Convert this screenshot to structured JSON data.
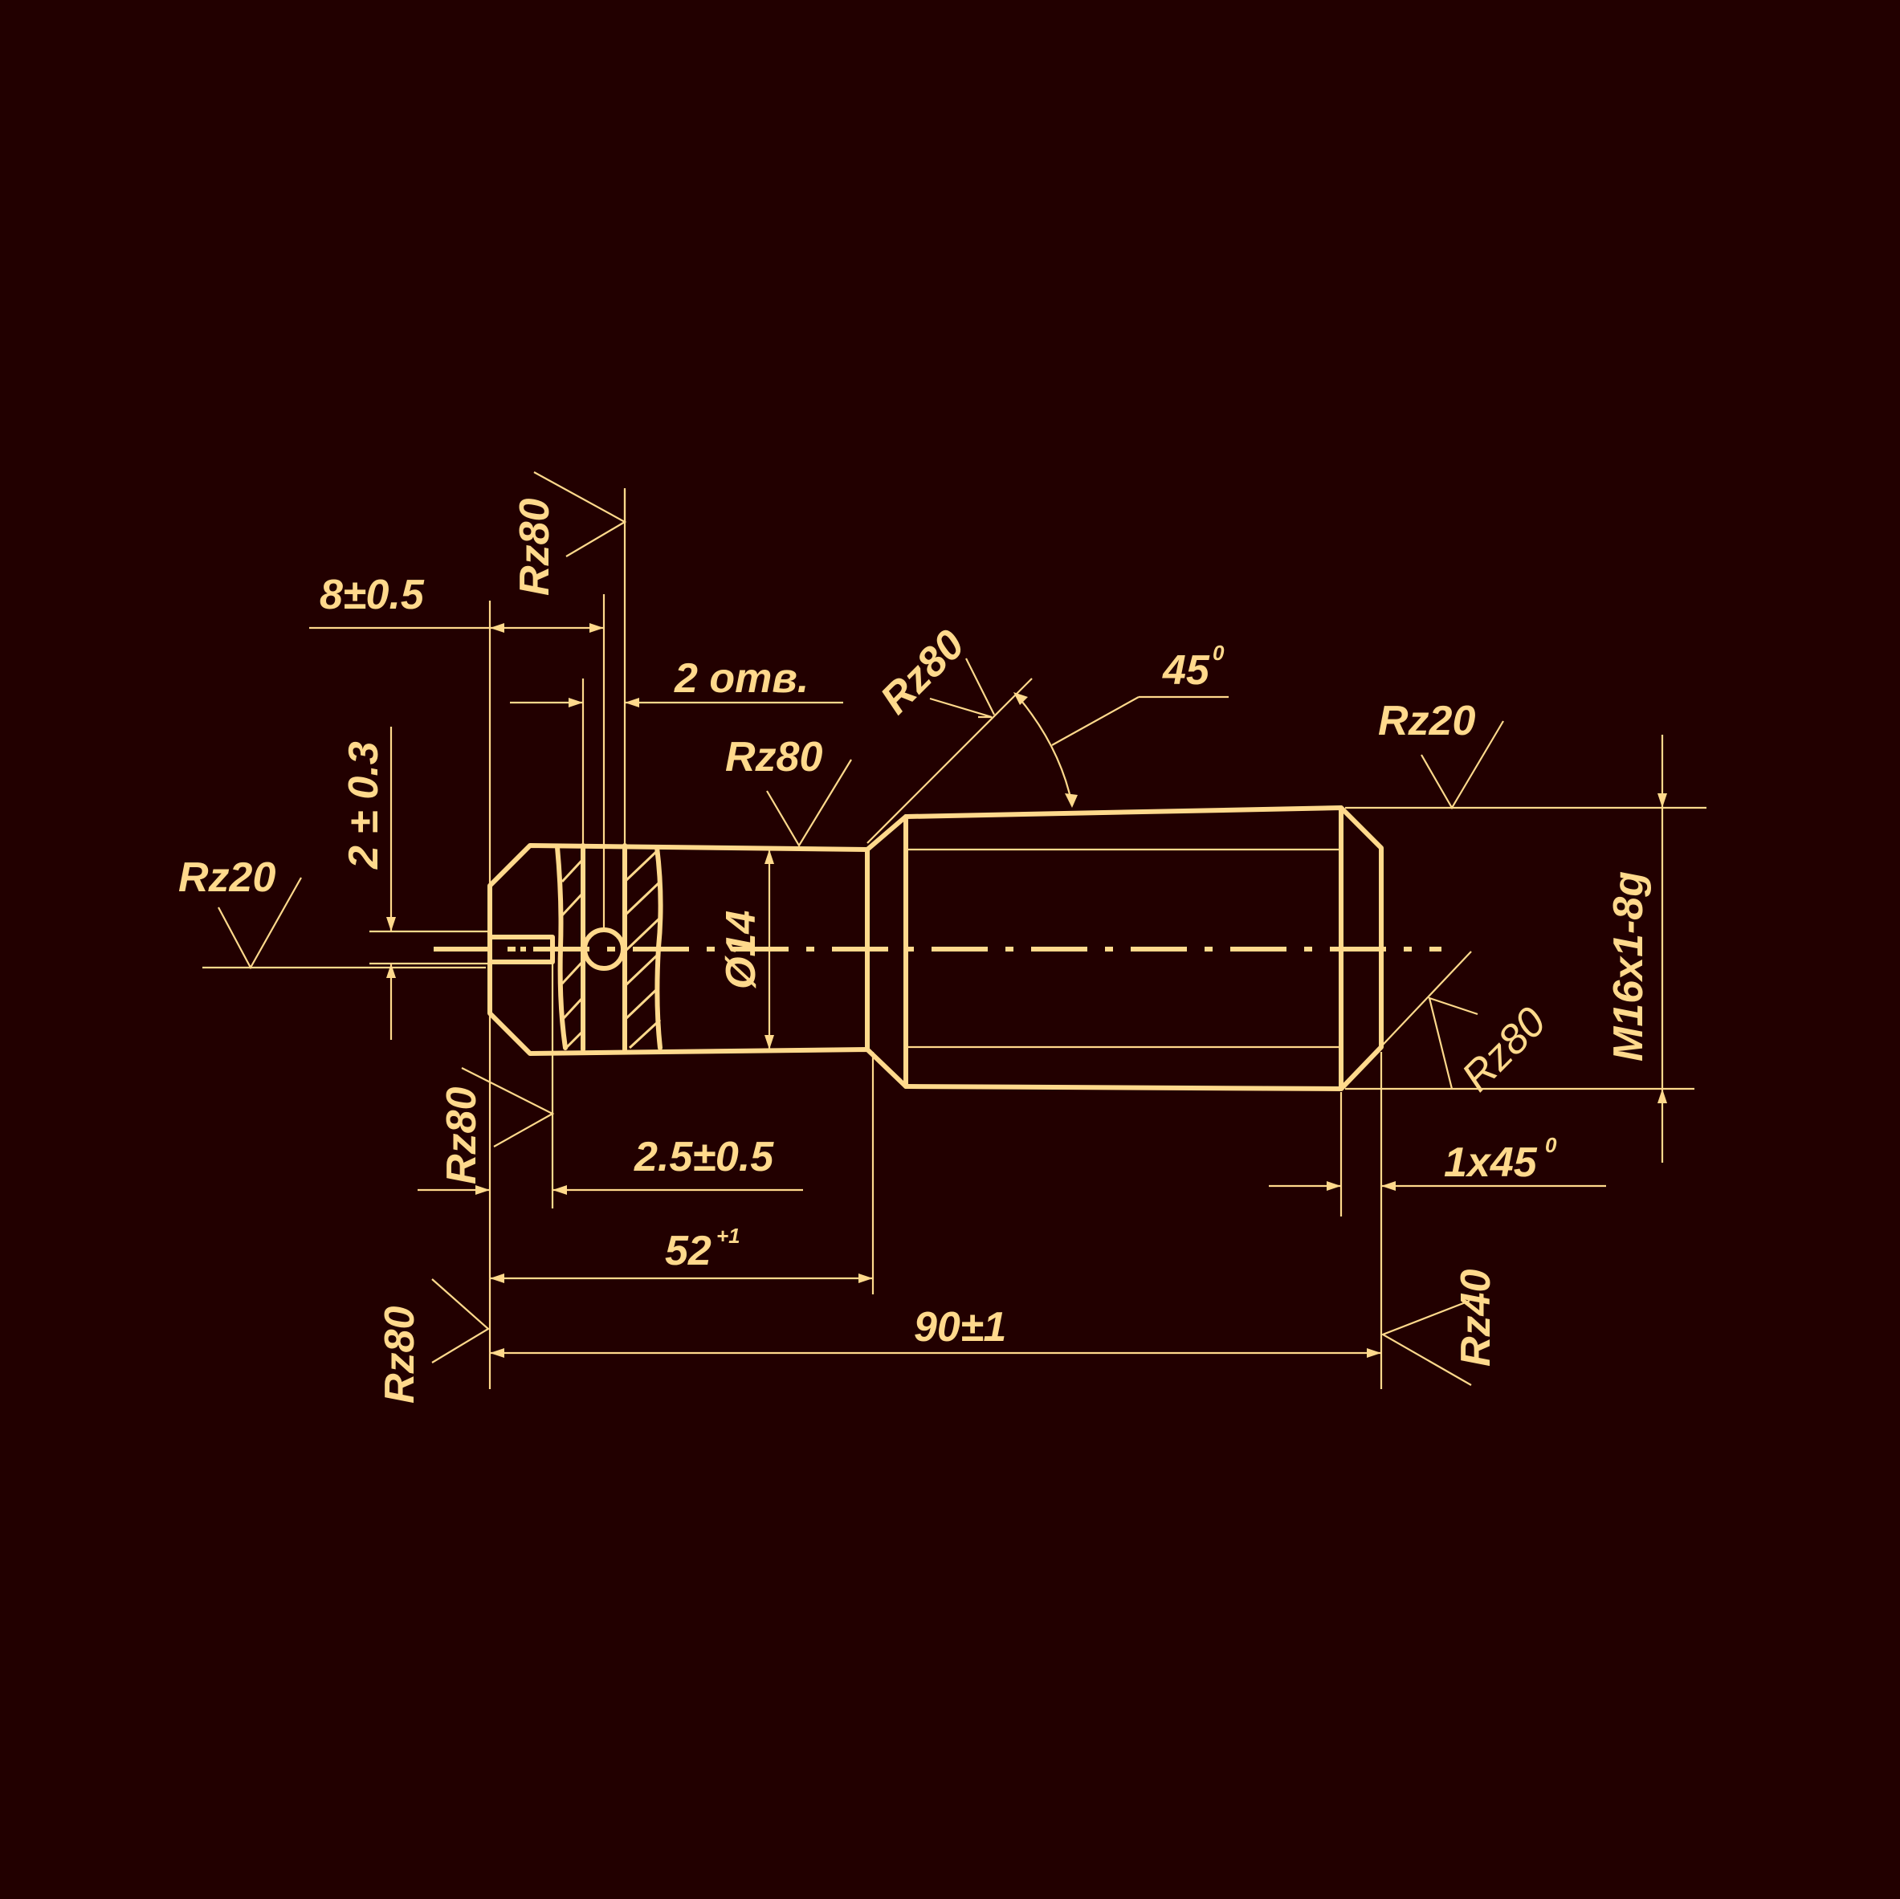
{
  "colors": {
    "background": "#220000",
    "line": "#ffd98c"
  },
  "dimensions": {
    "d_8": "8±0.5",
    "holes": "2 отв.",
    "d_2": "2 ± 0.3",
    "diam": "Ø14",
    "d_25": "2.5±0.5",
    "d_52": "52",
    "d_52_sup": "+1",
    "d_90": "90±1",
    "angle": "45",
    "angle_sup": "0",
    "chamfer": "1x45",
    "chamfer_sup": "0",
    "thread": "M16x1-8g"
  },
  "roughness": {
    "top_slot": "Rz80",
    "left_end": "Rz20",
    "neck": "Rz80",
    "chamfer_left": "Rz80",
    "thread_top": "Rz20",
    "chamfer_right": "Rz80",
    "slot_side": "Rz80",
    "left_face": "Rz80",
    "right_face": "Rz40"
  }
}
